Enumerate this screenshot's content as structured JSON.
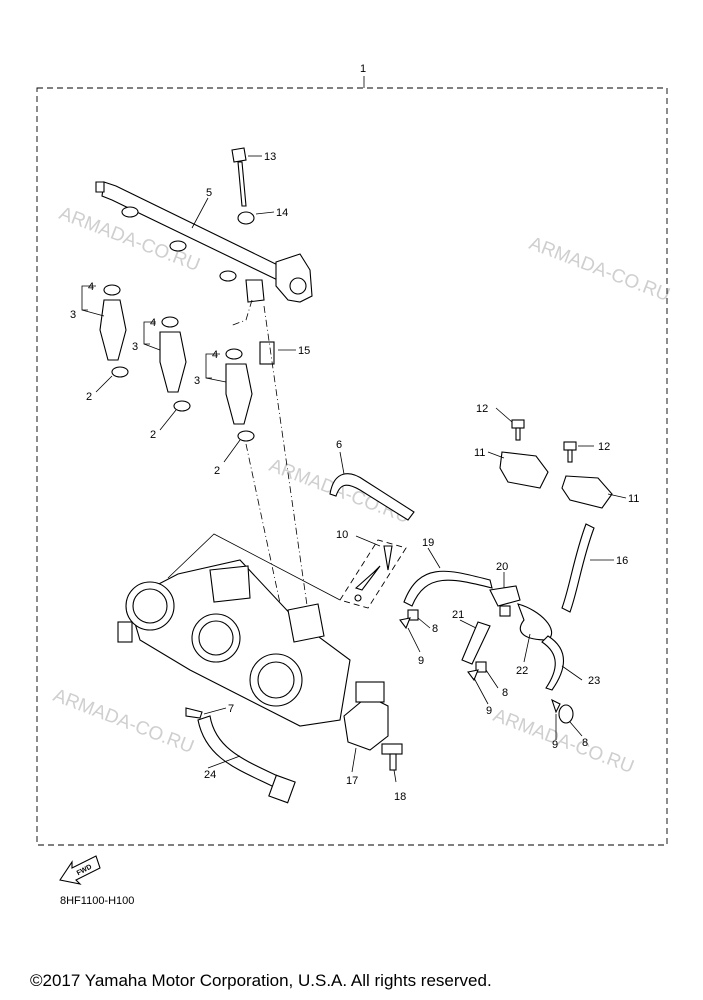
{
  "watermark": "ARMADA-CO.RU",
  "callouts": {
    "c1": "1",
    "c2a": "2",
    "c2b": "2",
    "c2c": "2",
    "c3a": "3",
    "c3b": "3",
    "c3c": "3",
    "c4a": "4",
    "c4b": "4",
    "c4c": "4",
    "c5": "5",
    "c6": "6",
    "c7": "7",
    "c8a": "8",
    "c8b": "8",
    "c8c": "8",
    "c9a": "9",
    "c9b": "9",
    "c9c": "9",
    "c10": "10",
    "c11a": "11",
    "c11b": "11",
    "c12a": "12",
    "c12b": "12",
    "c13": "13",
    "c14": "14",
    "c15": "15",
    "c16": "16",
    "c17": "17",
    "c18": "18",
    "c19": "19",
    "c20": "20",
    "c21": "21",
    "c22": "22",
    "c23": "23",
    "c24": "24"
  },
  "fwd_label": "FWD",
  "diagram_code": "8HF1100-H100",
  "copyright": "©2017 Yamaha Motor Corporation, U.S.A. All rights reserved."
}
